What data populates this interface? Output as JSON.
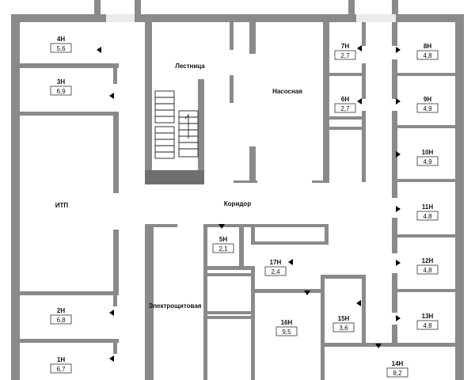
{
  "labels": {
    "stairs": "Лестница",
    "pump_room": "Насосная",
    "corridor": "Коридор",
    "itp": "ИТП",
    "switchboard": "Электрощитовая"
  },
  "rooms": [
    {
      "id": "1H",
      "name": "1Н",
      "area": "6,7"
    },
    {
      "id": "2H",
      "name": "2Н",
      "area": "6,8"
    },
    {
      "id": "3H",
      "name": "3Н",
      "area": "6,9"
    },
    {
      "id": "4H",
      "name": "4Н",
      "area": "5,6"
    },
    {
      "id": "5H",
      "name": "5Н",
      "area": "2,1"
    },
    {
      "id": "6H",
      "name": "6Н",
      "area": "2,7"
    },
    {
      "id": "7H",
      "name": "7Н",
      "area": "2,7"
    },
    {
      "id": "8H",
      "name": "8Н",
      "area": "4,8"
    },
    {
      "id": "9H",
      "name": "9Н",
      "area": "4,9"
    },
    {
      "id": "10H",
      "name": "10Н",
      "area": "4,9"
    },
    {
      "id": "11H",
      "name": "11Н",
      "area": "4,8"
    },
    {
      "id": "12H",
      "name": "12Н",
      "area": "4,8"
    },
    {
      "id": "13H",
      "name": "13Н",
      "area": "4,8"
    },
    {
      "id": "14H",
      "name": "14Н",
      "area": "8,2"
    },
    {
      "id": "15H",
      "name": "15Н",
      "area": "3,6"
    },
    {
      "id": "16H",
      "name": "16Н",
      "area": "9,5"
    },
    {
      "id": "17H",
      "name": "17Н",
      "area": "2,4"
    }
  ]
}
